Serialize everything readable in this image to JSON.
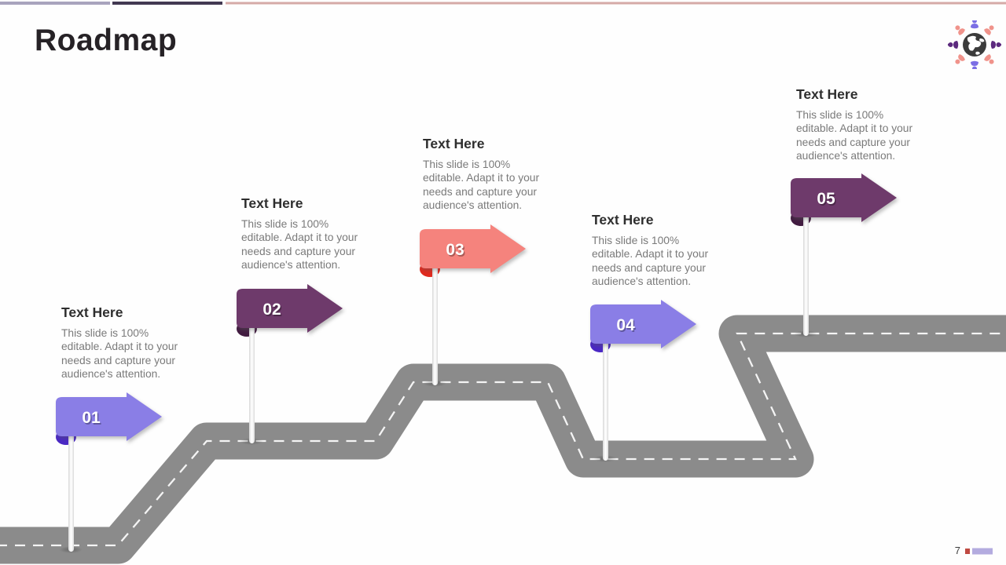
{
  "slide": {
    "title": "Roadmap",
    "page_number": "7",
    "background": "#fefefe",
    "top_bars": [
      {
        "color": "#a8a3bd"
      },
      {
        "color": "#423852"
      },
      {
        "color": "#d5aaa7"
      }
    ],
    "footer": {
      "square_color": "#bf4a42",
      "bar_color": "#b3abdf"
    }
  },
  "logo": {
    "globe_color": "#3b3b3b",
    "land_color": "#ffffff",
    "person_primary": "#7b6ee4",
    "person_secondary": "#f0938b",
    "person_tertiary": "#5c2a7e"
  },
  "road": {
    "color": "#8b8b8b",
    "centerline_color": "#ffffff"
  },
  "milestones": [
    {
      "number": "01",
      "heading": "Text Here",
      "description": [
        "This slide is 100%",
        "editable. Adapt it to your",
        "needs and capture your",
        "audience's attention."
      ],
      "flag_color": "#8a7ee6",
      "fold_color": "#4a28c4"
    },
    {
      "number": "02",
      "heading": "Text Here",
      "description": [
        "This slide is 100%",
        "editable. Adapt it to your",
        "needs and capture your",
        "audience's attention."
      ],
      "flag_color": "#6e3a6b",
      "fold_color": "#421c41"
    },
    {
      "number": "03",
      "heading": "Text Here",
      "description": [
        "This slide is 100%",
        "editable. Adapt it to your",
        "needs and capture your",
        "audience's attention."
      ],
      "flag_color": "#f5837d",
      "fold_color": "#e02a1f"
    },
    {
      "number": "04",
      "heading": "Text Here",
      "description": [
        "This slide is 100%",
        "editable. Adapt it to your",
        "needs and capture your",
        "audience's attention."
      ],
      "flag_color": "#8a7ee6",
      "fold_color": "#4a28c4"
    },
    {
      "number": "05",
      "heading": "Text Here",
      "description": [
        "This slide is 100%",
        "editable. Adapt it to your",
        "needs and capture your",
        "audience's attention."
      ],
      "flag_color": "#6e3a6b",
      "fold_color": "#421c41"
    }
  ]
}
